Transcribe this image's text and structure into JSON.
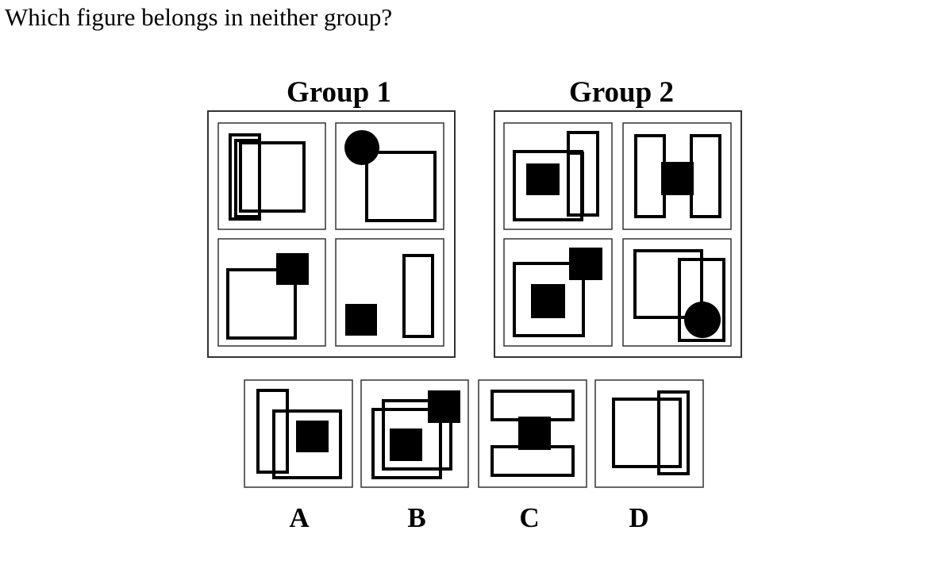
{
  "question": "Which figure belongs in neither group?",
  "groups": [
    {
      "label": "Group 1"
    },
    {
      "label": "Group 2"
    }
  ],
  "options": [
    {
      "label": "A"
    },
    {
      "label": "B"
    },
    {
      "label": "C"
    },
    {
      "label": "D"
    }
  ],
  "colors": {
    "ink": "#000000",
    "frame": "#333333",
    "background": "#ffffff"
  }
}
